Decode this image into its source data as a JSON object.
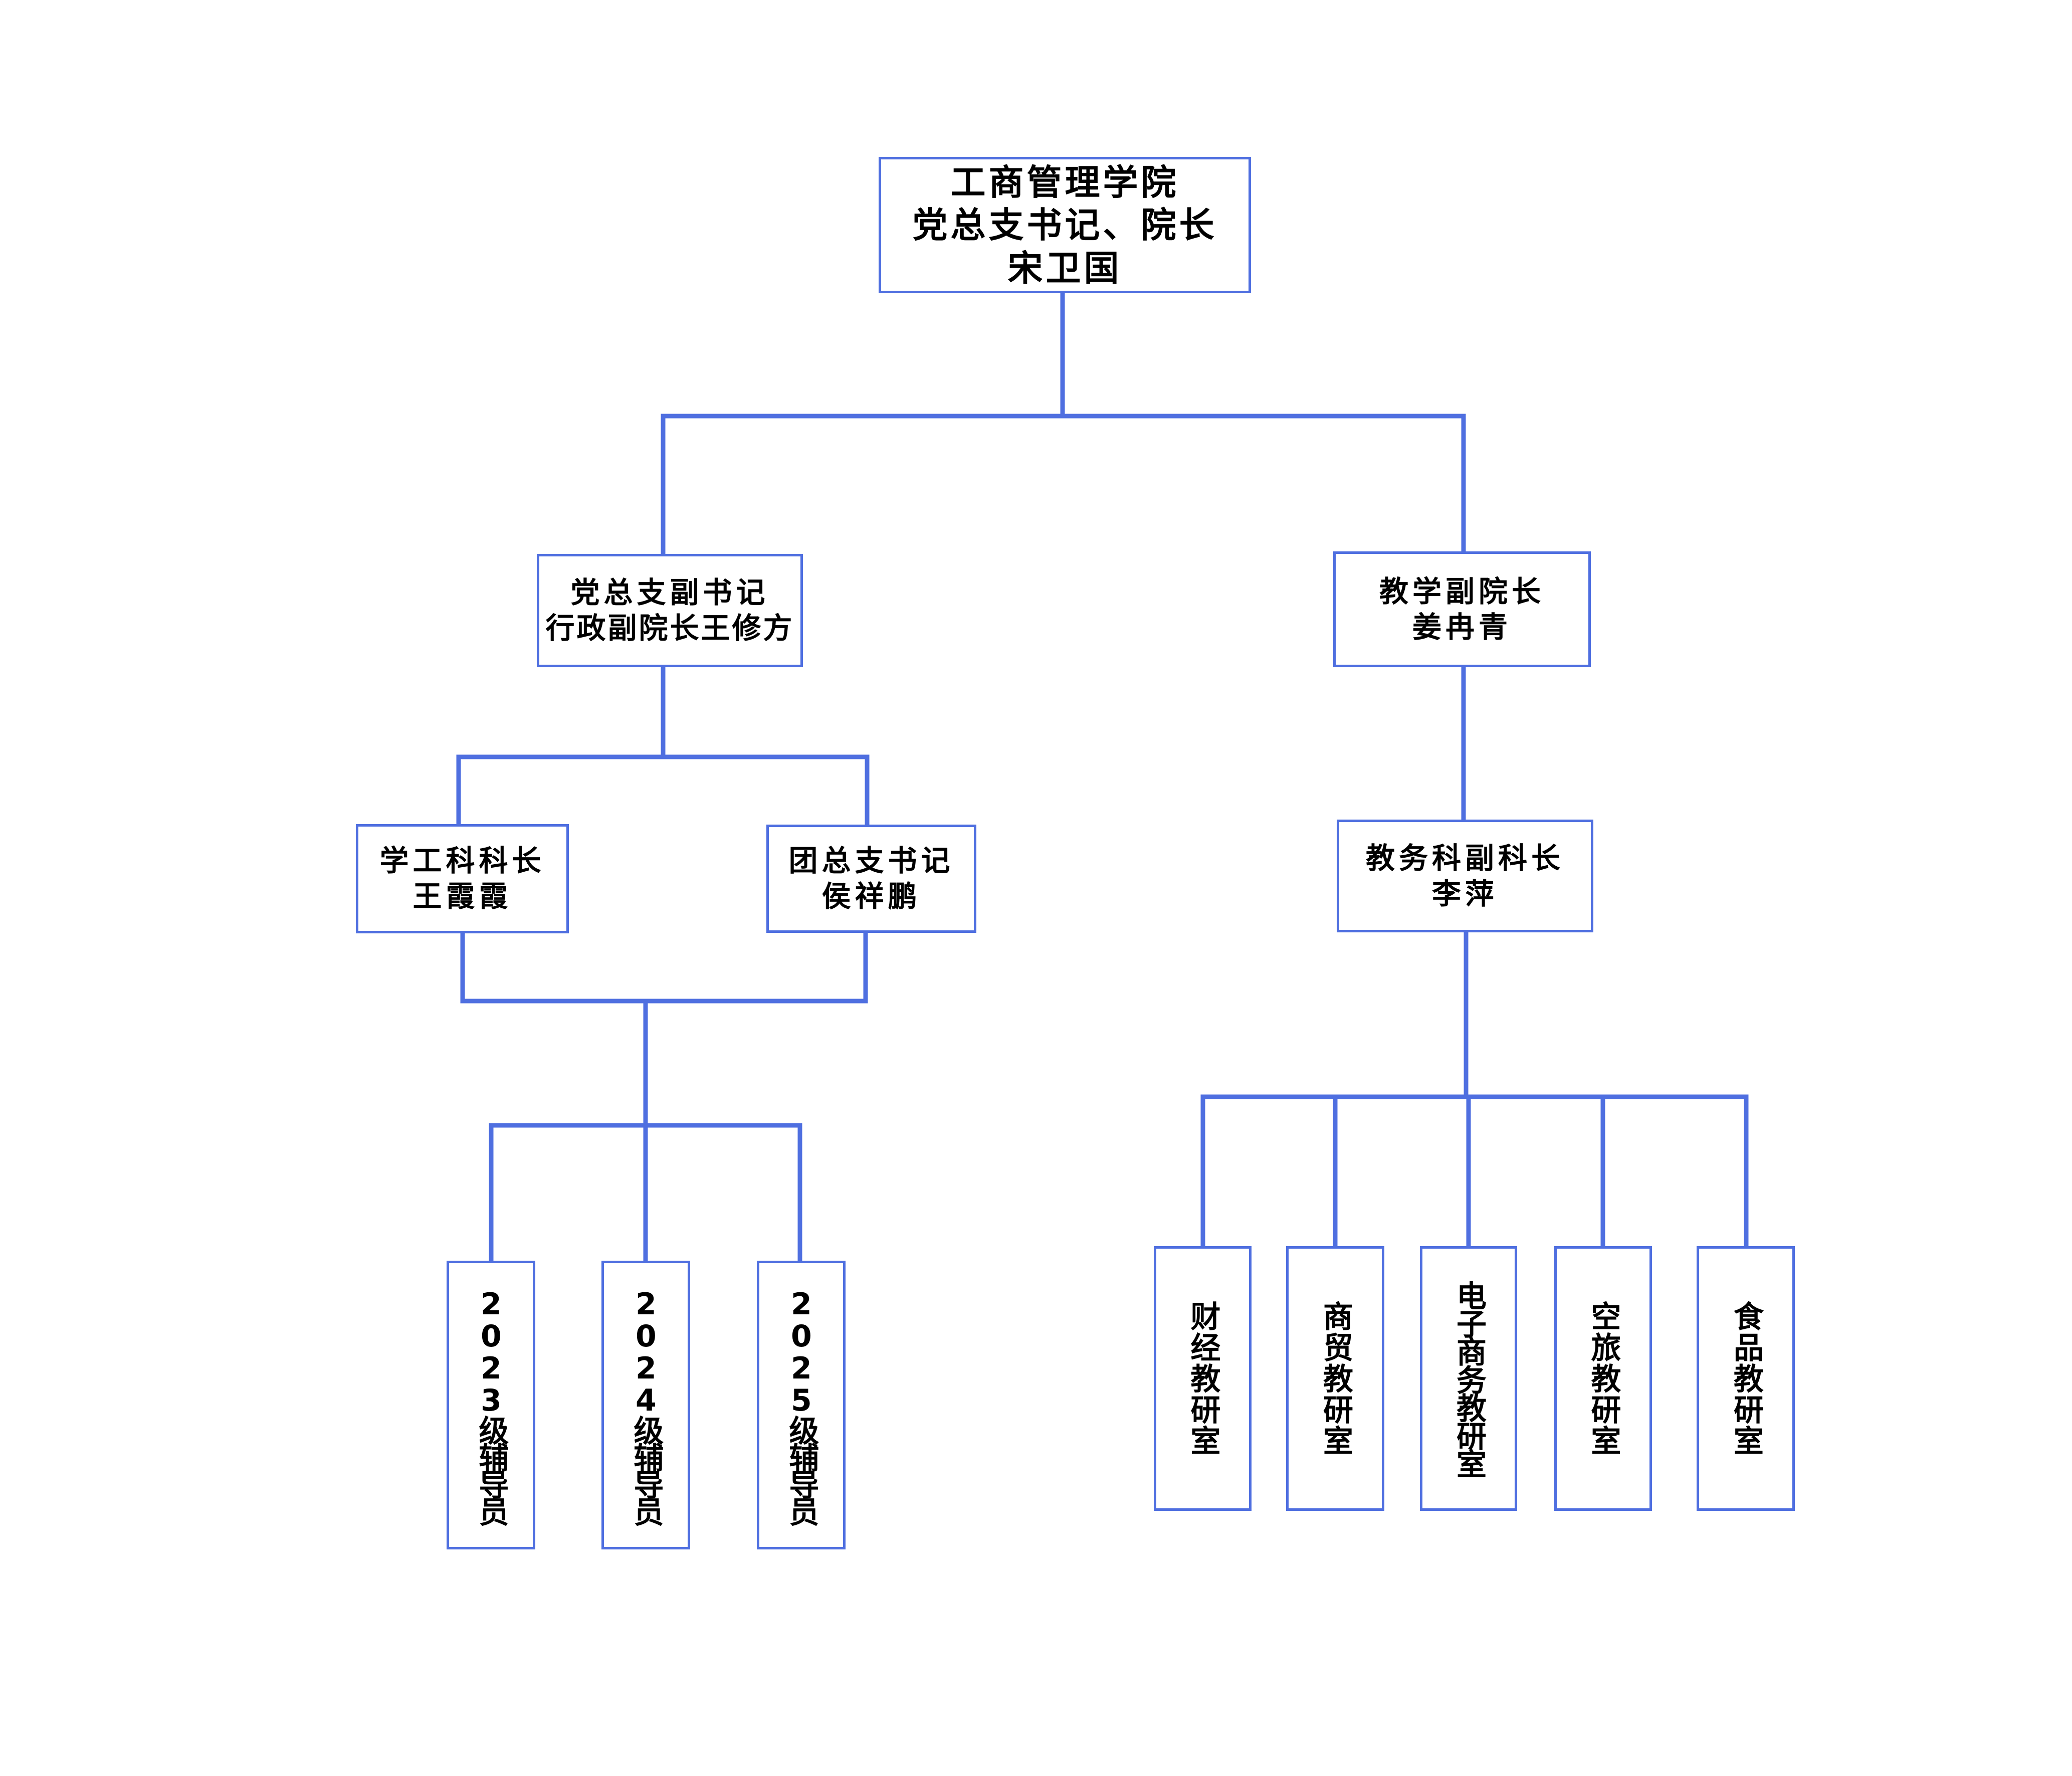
{
  "nodes": {
    "root": {
      "lines": [
        "工商管理学院",
        "党总支书记、院长",
        "宋卫国"
      ]
    },
    "deputy_left": {
      "lines": [
        "党总支副书记",
        "行政副院长王修方"
      ]
    },
    "deputy_right": {
      "lines": [
        "教学副院长",
        "姜冉青"
      ]
    },
    "xuegong": {
      "lines": [
        "学工科科长",
        "王霞霞"
      ]
    },
    "tuan": {
      "lines": [
        "团总支书记",
        "侯祥鹏"
      ]
    },
    "jiaowu": {
      "lines": [
        "教务科副科长",
        "李萍"
      ]
    },
    "counselors": [
      {
        "label": "2023级辅导员"
      },
      {
        "label": "2024级辅导员"
      },
      {
        "label": "2025级辅导员"
      }
    ],
    "research_offices": [
      {
        "label": "财经教研室"
      },
      {
        "label": "商贸教研室"
      },
      {
        "label": "电子商务教研室"
      },
      {
        "label": "空旅教研室"
      },
      {
        "label": "食品教研室"
      }
    ]
  },
  "colors": {
    "line": "#4f6fe0",
    "border": "#4f6fe0",
    "background": "#ffffff",
    "text": "#000000"
  }
}
